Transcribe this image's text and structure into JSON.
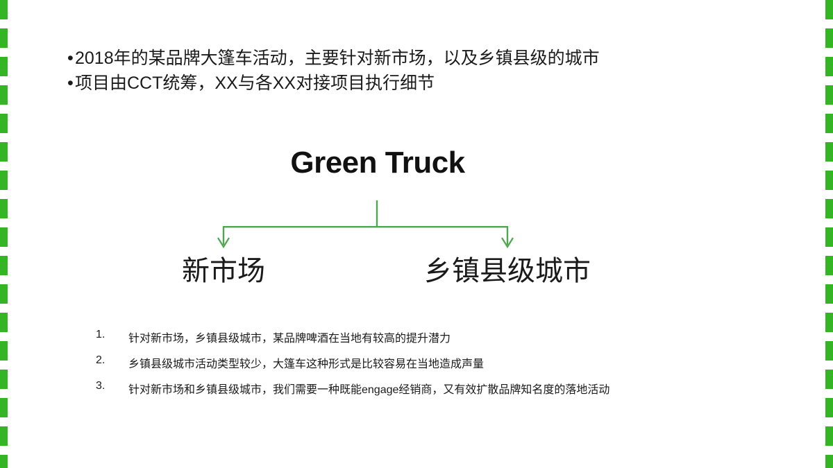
{
  "slide": {
    "background_color": "#ffffff",
    "accent_color": "#33b524",
    "connector_color": "#4ea64e",
    "text_color": "#1a1a1a"
  },
  "decoration": {
    "left_border_name": "green-dashed-left-border",
    "right_border_name": "green-dashed-right-border"
  },
  "bullets": [
    {
      "marker": "•",
      "text": "2018年的某品牌大篷车活动，主要针对新市场，以及乡镇县级的城市"
    },
    {
      "marker": "•",
      "text": "项目由CCT统筹，XX与各XX对接项目执行细节"
    }
  ],
  "diagram": {
    "title": "Green Truck",
    "branches": [
      {
        "label": "新市场"
      },
      {
        "label": "乡镇县级城市"
      }
    ]
  },
  "numbered_list": [
    {
      "number": "1.",
      "text": "针对新市场，乡镇县级城市，某品牌啤酒在当地有较高的提升潜力"
    },
    {
      "number": "2.",
      "text": "乡镇县级城市活动类型较少，大篷车这种形式是比较容易在当地造成声量"
    },
    {
      "number": "3.",
      "text": "针对新市场和乡镇县级城市，我们需要一种既能engage经销商，又有效扩散品牌知名度的落地活动"
    }
  ]
}
